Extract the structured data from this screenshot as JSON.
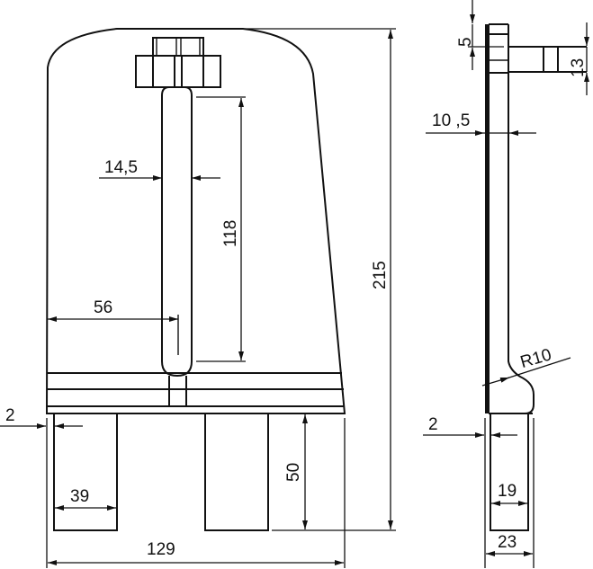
{
  "drawing": {
    "front_view": {
      "dimensions": {
        "slot_width": "14,5",
        "slot_length": "118",
        "slot_offset": "56",
        "total_height": "215",
        "leg_offset": "2",
        "leg_width": "39",
        "leg_height": "50",
        "total_width": "129"
      }
    },
    "side_view": {
      "dimensions": {
        "top_offset": "5",
        "tab_height": "13",
        "thickness": "10 ,5",
        "radius": "R10",
        "leg_offset": "2",
        "leg_inner": "19",
        "leg_outer": "23"
      }
    }
  }
}
